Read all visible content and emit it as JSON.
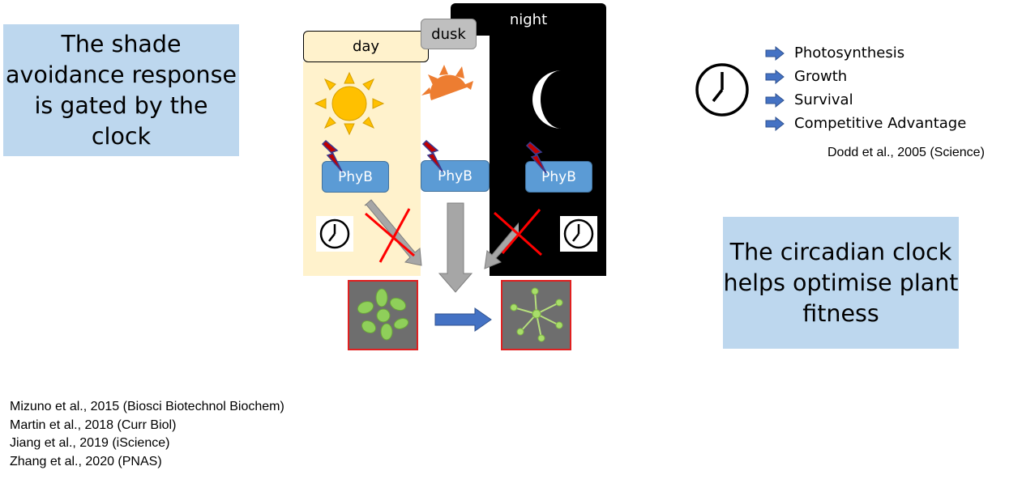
{
  "left_box": {
    "text": "The shade avoidance response is gated by the clock"
  },
  "right_box": {
    "text": "The circadian clock helps optimise plant fitness"
  },
  "phases": {
    "day": "day",
    "dusk": "dusk",
    "night": "night"
  },
  "phyb": {
    "day": "PhyB",
    "dusk": "PhyB",
    "night": "PhyB"
  },
  "fitness_list": [
    "Photosynthesis",
    "Growth",
    "Survival",
    "Competitive Advantage"
  ],
  "fitness_citation": "Dodd et al., 2005 (Science)",
  "references": [
    "Mizuno et al., 2015 (Biosci Biotechnol Biochem)",
    "Martin et al., 2018 (Curr Biol)",
    "Jiang et al., 2019 (iScience)",
    "Zhang et al., 2020 (PNAS)"
  ],
  "colors": {
    "box_blue": "#bdd7ee",
    "day_bg": "#fff2cc",
    "night_bg": "#000000",
    "dusk_label": "#bfbfbf",
    "phyb_blue": "#5b9bd5",
    "sun": "#ffc000",
    "dusk_sun": "#ed7d31",
    "light_bolt": "#c00000",
    "cross": "#ff0000",
    "arrow_blue": "#4472c4",
    "arrow_grey": "#a6a6a6",
    "plant_frame": "#e02020"
  },
  "icons": [
    "sun-icon",
    "dusk-sun-icon",
    "moon-icon",
    "clock-icon",
    "light-bolt-icon",
    "block-cross-icon",
    "arrow-right-icon"
  ]
}
